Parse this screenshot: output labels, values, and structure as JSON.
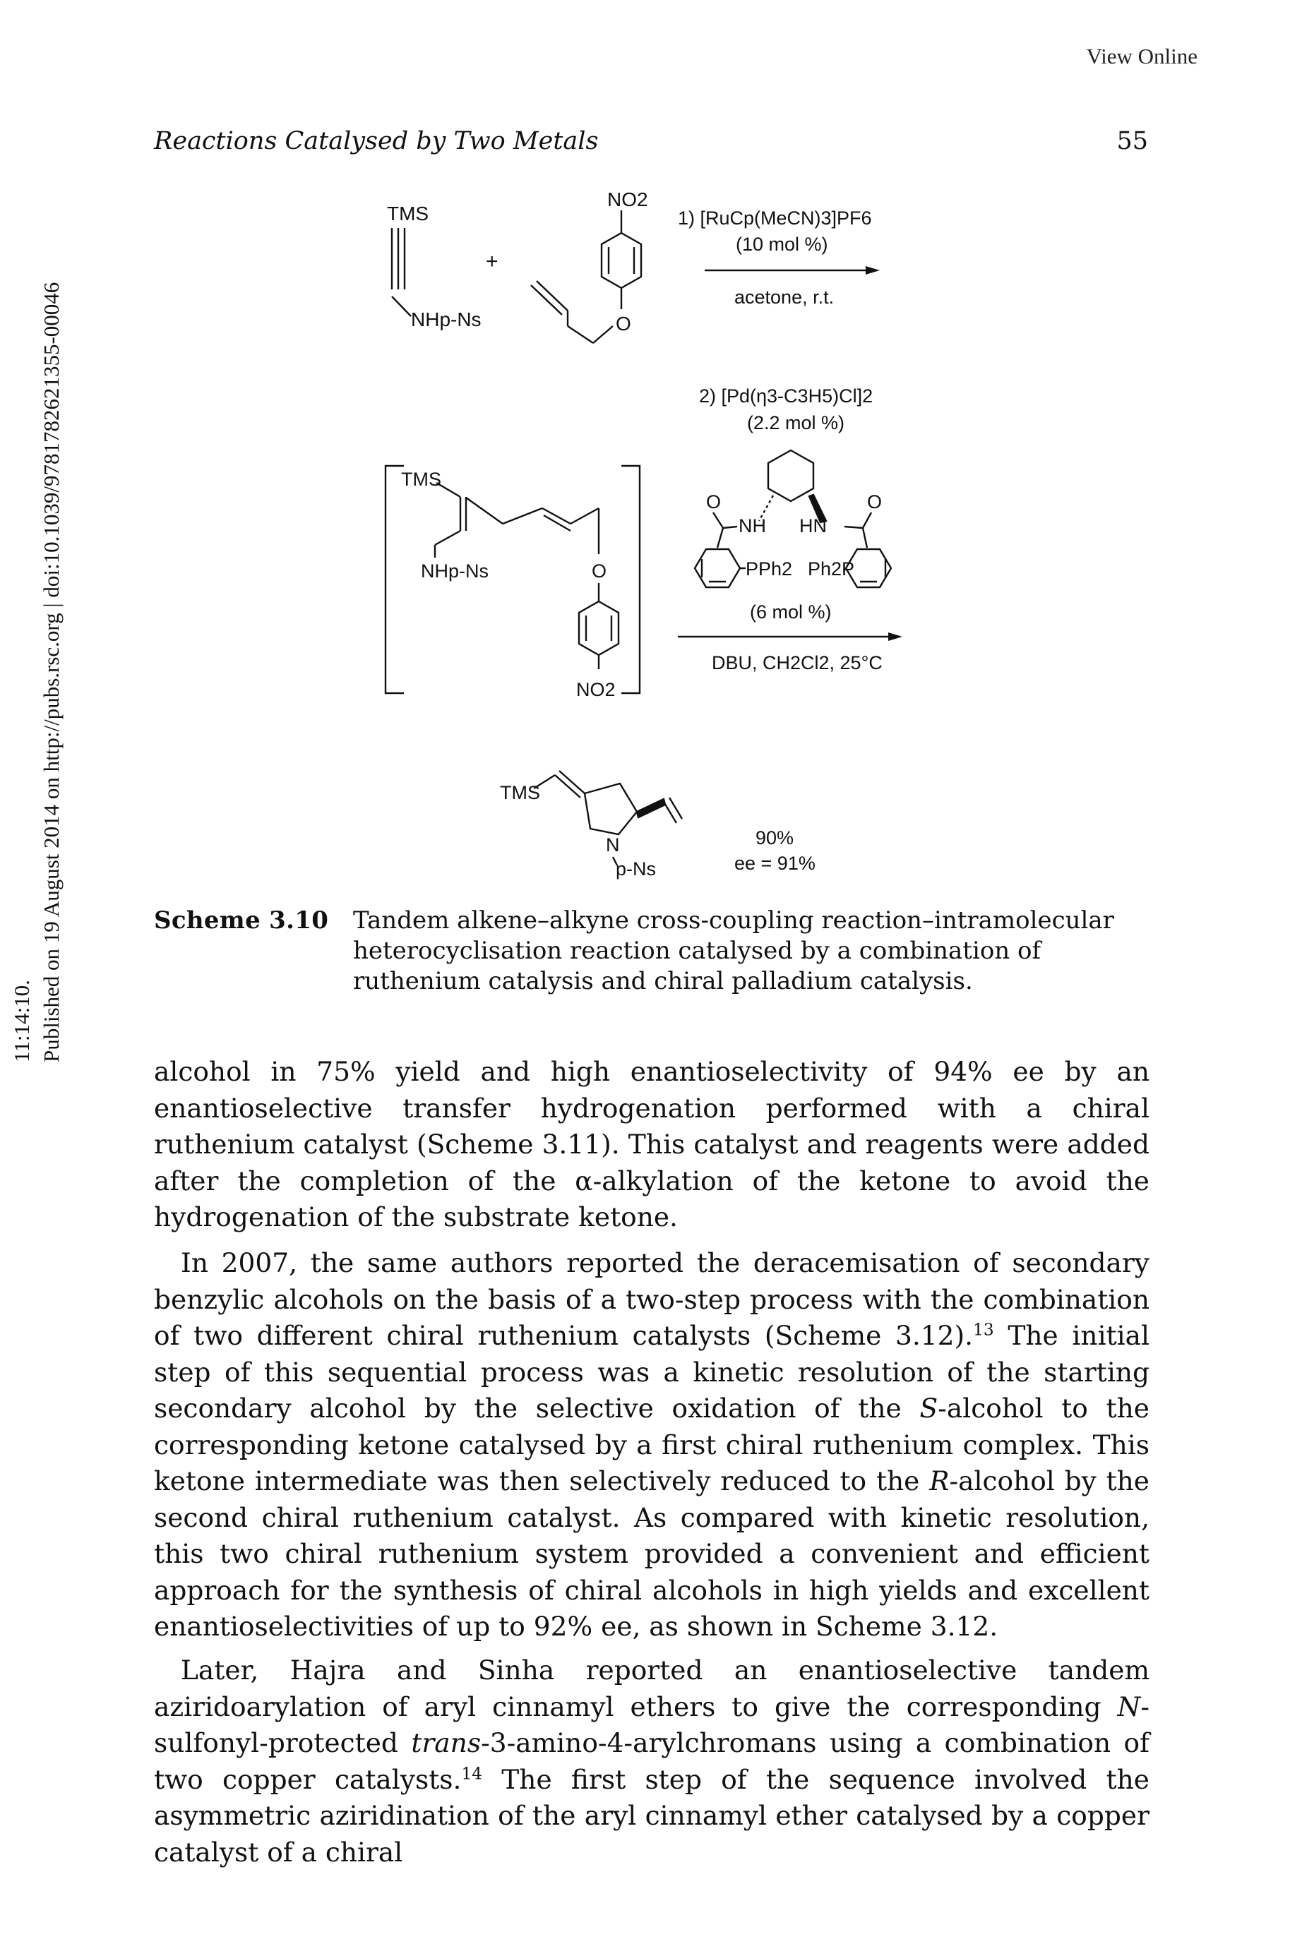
{
  "view_online": "View Online",
  "side_note": {
    "line1": "11:14:10.",
    "line2": "Published on 19 August 2014 on http://pubs.rsc.org | doi:10.1039/9781782621355-00046"
  },
  "header": {
    "running_title": "Reactions Catalysed by Two Metals",
    "page_number": "55"
  },
  "scheme": {
    "tms_1": "TMS",
    "nhp_ns_1": "NHp-Ns",
    "plus": "+",
    "no2_1": "NO2",
    "o_1": "O",
    "step1_line1": "1) [RuCp(MeCN)3]PF6",
    "step1_line2": "(10 mol %)",
    "step1_solvent": "acetone, r.t.",
    "step2_line1": "2) [Pd(η3-C3H5)Cl]2",
    "step2_line2": "(2.2 mol %)",
    "tms_2": "TMS",
    "nhp_ns_2": "NHp-Ns",
    "o_2": "O",
    "no2_2": "NO2",
    "ligand_o_left": "O",
    "ligand_o_right": "O",
    "ligand_nh": "NH",
    "ligand_hn": "HN",
    "ligand_pph2": "PPh2",
    "ligand_ph2p": "Ph2P",
    "ligand_loading": "(6 mol %)",
    "step2_conditions": "DBU, CH2Cl2, 25°C",
    "tms_3": "TMS",
    "n_3": "N",
    "p_ns_3": "p-Ns",
    "yield": "90%",
    "ee": "ee = 91%"
  },
  "caption": {
    "label": "Scheme 3.10",
    "text": "Tandem alkene–alkyne cross-coupling reaction–intramolecular heterocyclisation reaction catalysed by a combination of ruthenium catalysis and chiral palladium catalysis."
  },
  "paragraphs": {
    "p1": "alcohol in 75% yield and high enantioselectivity of 94% ee by an enantioselective transfer hydrogenation performed with a chiral ruthenium catalyst (Scheme 3.11). This catalyst and reagents were added after the completion of the α-alkylation of the ketone to avoid the hydrogenation of the substrate ketone.",
    "p2_a": "In 2007, the same authors reported the deracemisation of secondary benzylic alcohols on the basis of a two-step process with the combination of two different chiral ruthenium catalysts (Scheme 3.12).",
    "p2_ref": "13",
    "p2_b": " The initial step of this sequential process was a kinetic resolution of the starting secondary alcohol by the selective oxidation of the ",
    "p2_s": "S",
    "p2_c": "-alcohol to the corresponding ketone catalysed by a first chiral ruthenium complex. This ketone intermediate was then selectively reduced to the ",
    "p2_r": "R",
    "p2_d": "-alcohol by the second chiral ruthenium catalyst. As compared with kinetic resolution, this two chiral ruthenium system provided a convenient and efficient approach for the synthesis of chiral alcohols in high yields and excellent enantioselectivities of up to 92% ee, as shown in Scheme 3.12.",
    "p3_a": "Later, Hajra and Sinha reported an enantioselective tandem aziridoarylation of aryl cinnamyl ethers to give the corresponding ",
    "p3_n": "N",
    "p3_b": "-sulfonyl-protected ",
    "p3_trans": "trans",
    "p3_c": "-3-amino-4-arylchromans using a combination of two copper catalysts.",
    "p3_ref": "14",
    "p3_d": " The first step of the sequence involved the asymmetric aziridination of the aryl cinnamyl ether catalysed by a copper catalyst of a chiral"
  }
}
